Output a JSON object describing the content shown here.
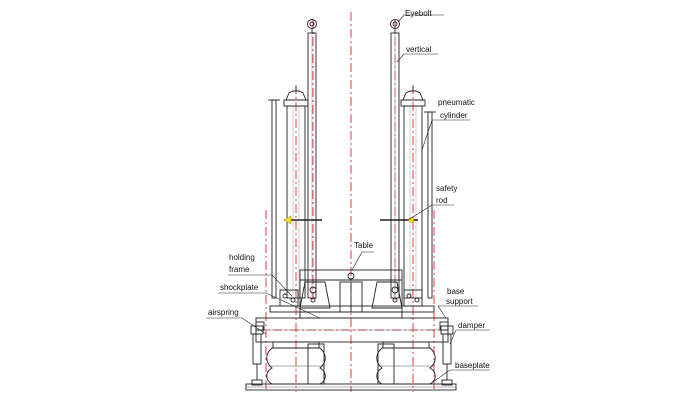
{
  "labels": {
    "eyebolt": "Eyebolt",
    "vertical": "vertical",
    "pneumatic": "pneumatic",
    "cylinder": "cylinder",
    "safety": "safety",
    "rod": "rod",
    "table": "Table",
    "holding": "holding",
    "frame": "frame",
    "shockplate": "shockplate",
    "airspring": "airspring",
    "base": "base",
    "support": "support",
    "damper": "damper",
    "baseplate": "baseplate"
  },
  "colors": {
    "line": "#222222",
    "centerline": "#e8242e",
    "highlight": "#f2e01a"
  }
}
